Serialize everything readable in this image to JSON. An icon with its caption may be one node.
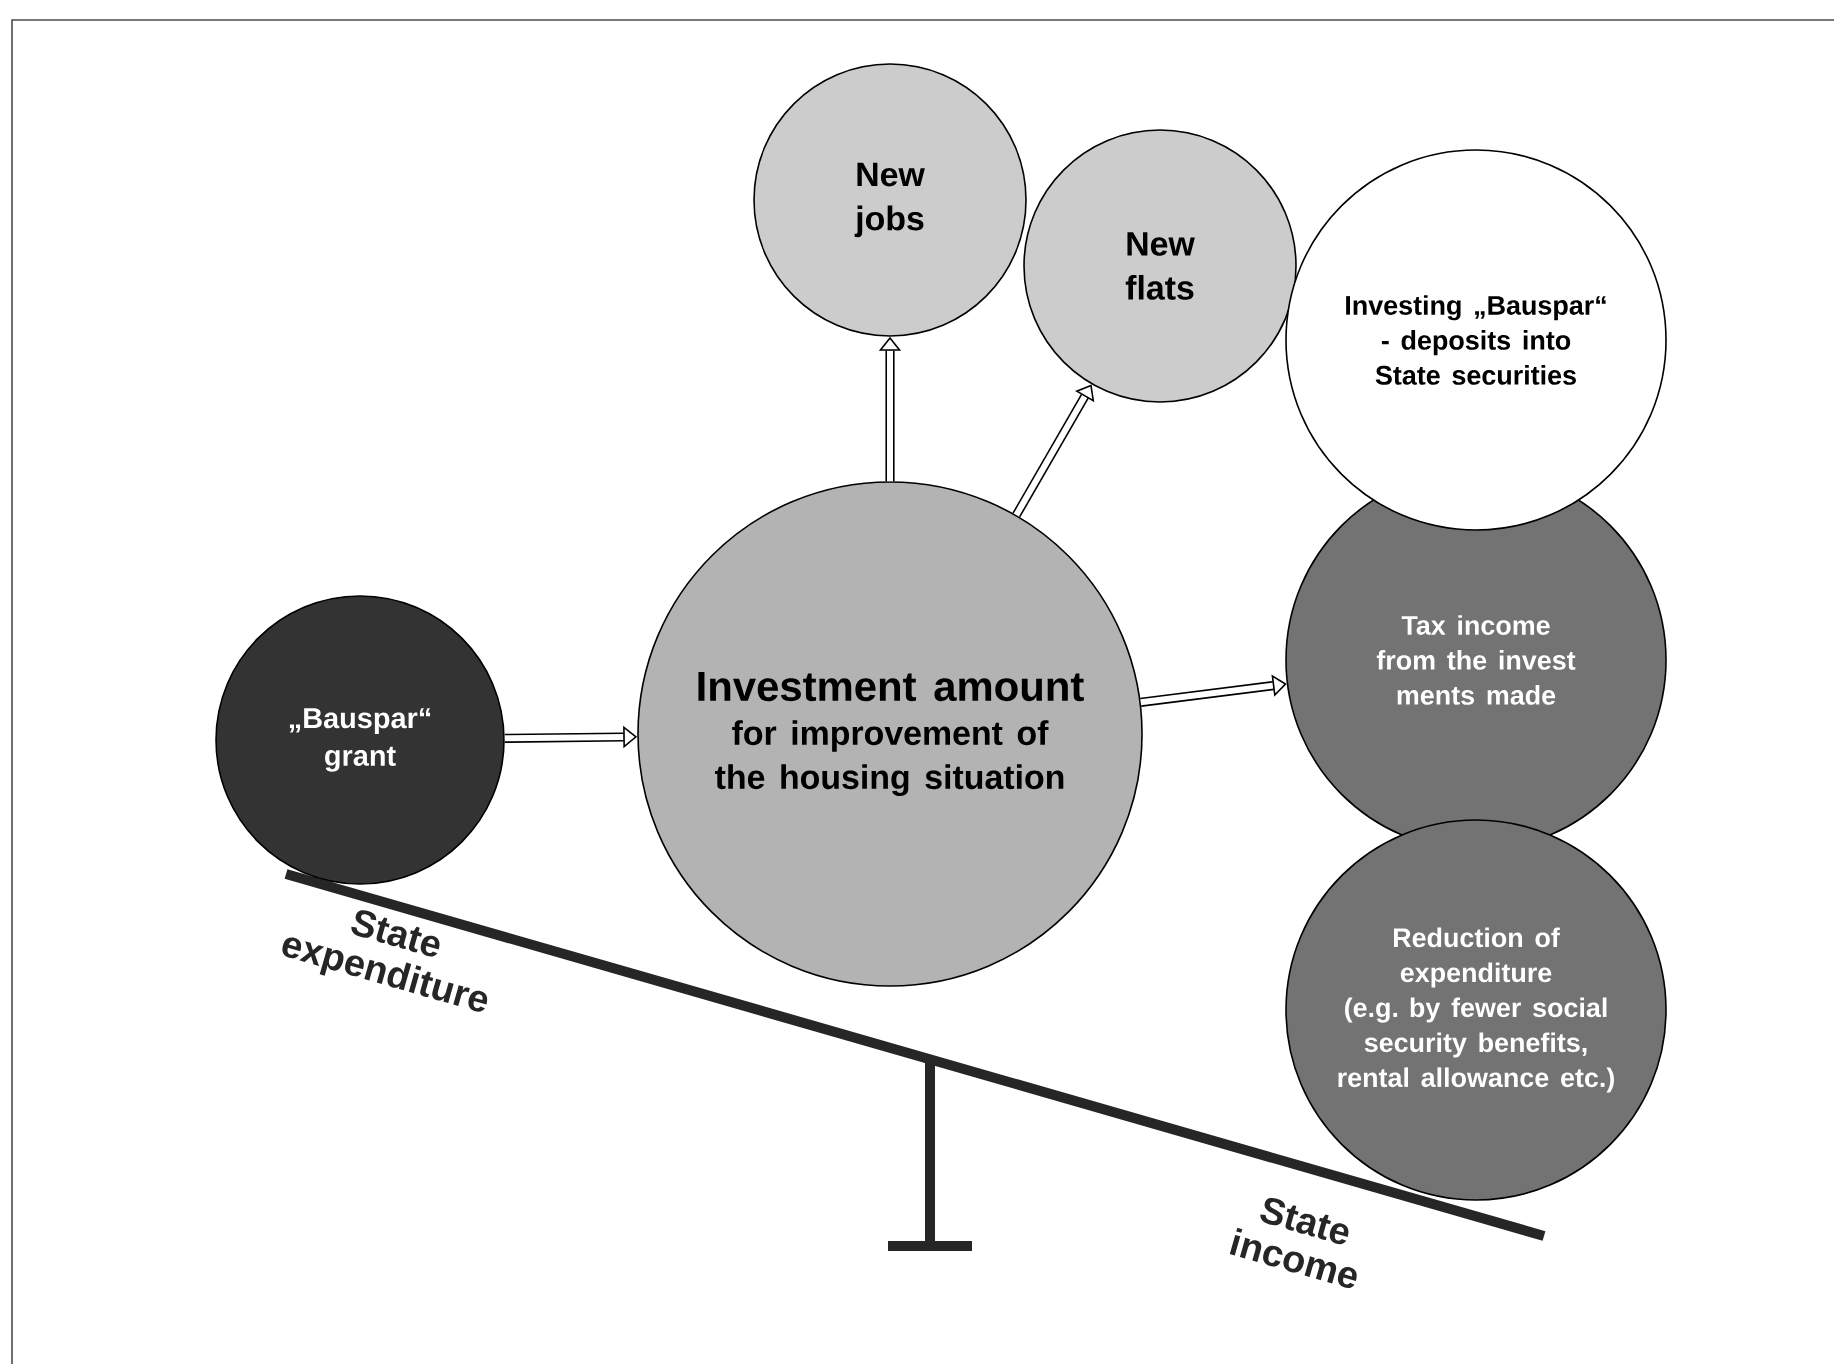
{
  "diagram": {
    "nodes": [
      {
        "text": [
          "„Bauspar“ grant"
        ]
      },
      {
        "text": [
          "Investment amount",
          "for improvement of the housing situation"
        ]
      },
      {
        "text": [
          "New jobs"
        ]
      },
      {
        "text": [
          "New flats"
        ]
      },
      {
        "text": [
          "Investing „Bauspar“ - deposits into State securities"
        ]
      },
      {
        "text": [
          "Tax income from the invest ments made"
        ]
      },
      {
        "text": [
          "Reduction of expenditure",
          "(e.g. by fewer social security benefits, rental allowance etc.)"
        ]
      }
    ],
    "edges": [
      {
        "from": 0,
        "to": 1,
        "arrow": "to"
      },
      {
        "from": 1,
        "to": 2,
        "arrow": "to"
      },
      {
        "from": 1,
        "to": 3,
        "arrow": "to"
      },
      {
        "from": 1,
        "to": 5,
        "arrow": "to"
      }
    ],
    "labels": [
      "State expenditure",
      "State income"
    ]
  }
}
